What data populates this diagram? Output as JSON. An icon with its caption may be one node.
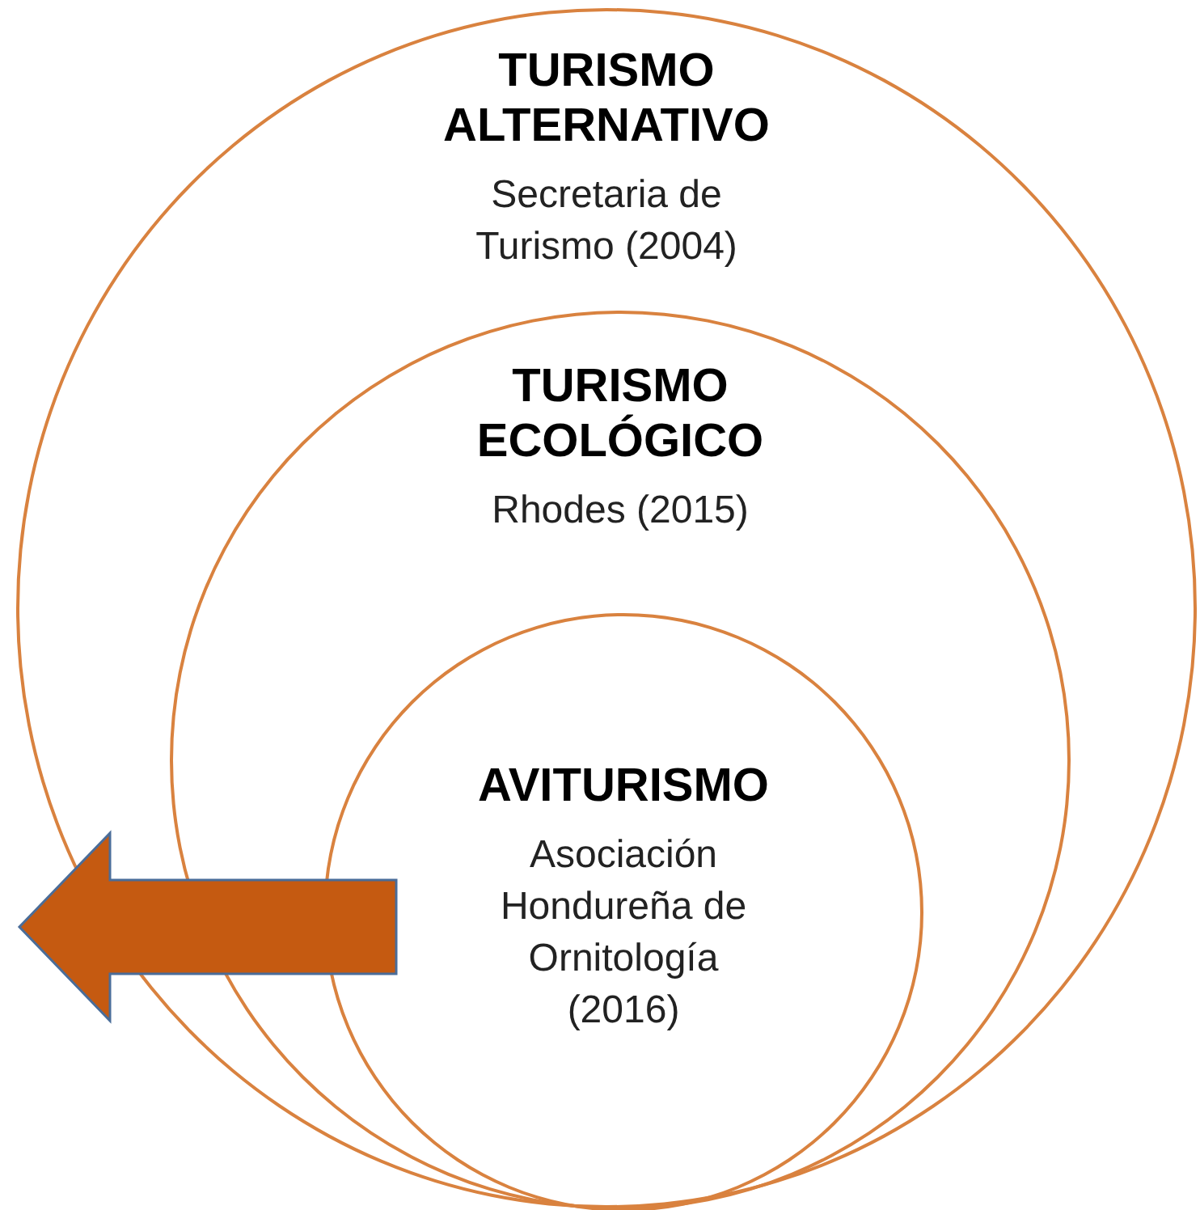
{
  "diagram": {
    "nodes": [
      {
        "text": [
          "TURISMO ALTERNATIVO",
          "Secretaria de Turismo (2004)"
        ]
      },
      {
        "text": [
          "TURISMO ECOLÓGICO",
          "Rhodes (2015)"
        ],
        "in": 0
      },
      {
        "text": [
          "AVITURISMO",
          "Asociación Hondureña de Ornitología (2016)"
        ],
        "in": 1
      }
    ]
  }
}
